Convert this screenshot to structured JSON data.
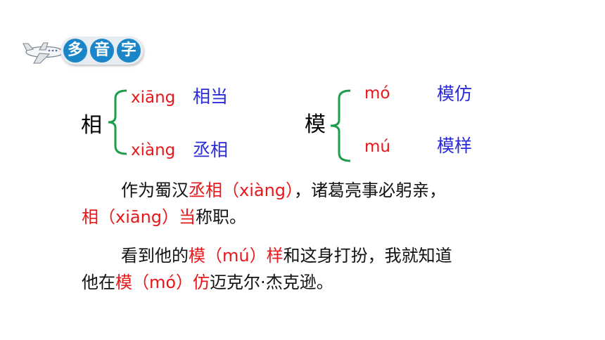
{
  "header": {
    "title_chars": [
      "多",
      "音",
      "字"
    ],
    "icon": "airplane-icon"
  },
  "colors": {
    "pinyin": "#e8171a",
    "word": "#2b2bd6",
    "badge": "#1a86c8",
    "brace": "#1e9e4a"
  },
  "groups": [
    {
      "char": "相",
      "readings": [
        {
          "pinyin": "xiāng",
          "word": "相当"
        },
        {
          "pinyin": "xiàng",
          "word": "丞相"
        }
      ]
    },
    {
      "char": "模",
      "readings": [
        {
          "pinyin": "mó",
          "word": "模仿"
        },
        {
          "pinyin": "mú",
          "word": "模样"
        }
      ]
    }
  ],
  "examples": [
    {
      "line1": [
        {
          "t": "作为蜀汉",
          "red": false
        },
        {
          "t": "丞相（xiàng）",
          "red": true
        },
        {
          "t": "，诸葛亮事必躬亲，",
          "red": false
        }
      ],
      "line2": [
        {
          "t": "相（xiāng）当",
          "red": true
        },
        {
          "t": "称职。",
          "red": false
        }
      ]
    },
    {
      "line1": [
        {
          "t": "看到他的",
          "red": false
        },
        {
          "t": "模（mú）样",
          "red": true
        },
        {
          "t": "和这身打扮，我就知道",
          "red": false
        }
      ],
      "line2": [
        {
          "t": "他在",
          "red": false
        },
        {
          "t": "模（mó）仿",
          "red": true
        },
        {
          "t": "迈克尔·杰克逊。",
          "red": false
        }
      ]
    }
  ]
}
